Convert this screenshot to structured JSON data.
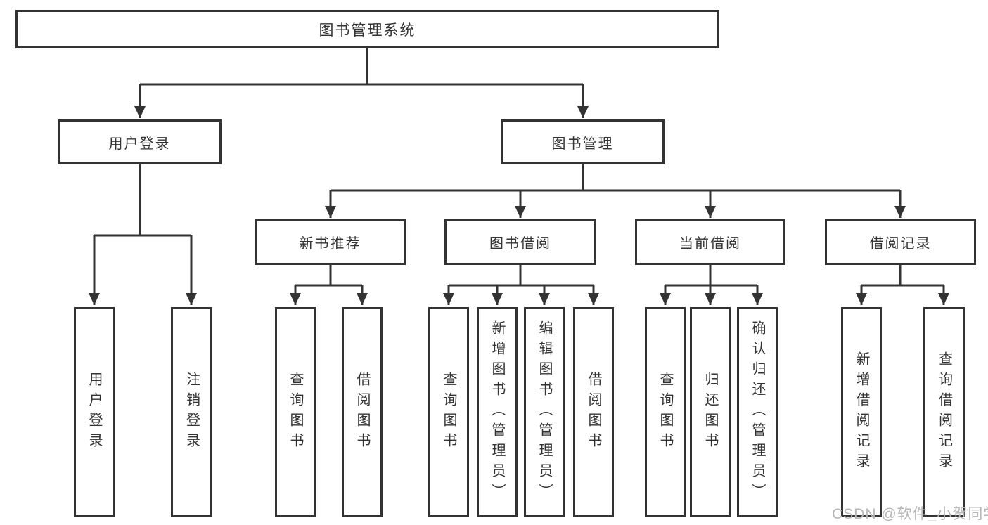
{
  "diagram": {
    "title": "图书管理系统",
    "branches": [
      {
        "label": "用户登录",
        "children": [
          {
            "label": "用户登录"
          },
          {
            "label": "注销登录"
          }
        ]
      },
      {
        "label": "图书管理",
        "children": [
          {
            "label": "新书推荐",
            "children": [
              {
                "label": "查询图书"
              },
              {
                "label": "借阅图书"
              }
            ]
          },
          {
            "label": "图书借阅",
            "children": [
              {
                "label": "查询图书"
              },
              {
                "label": "新增图书（管理员）"
              },
              {
                "label": "编辑图书（管理员）"
              },
              {
                "label": "借阅图书"
              }
            ]
          },
          {
            "label": "当前借阅",
            "children": [
              {
                "label": "查询图书"
              },
              {
                "label": "归还图书"
              },
              {
                "label": "确认归还（管理员）"
              }
            ]
          },
          {
            "label": "借阅记录",
            "children": [
              {
                "label": "新增借阅记录"
              },
              {
                "label": "查询借阅记录"
              }
            ]
          }
        ]
      }
    ]
  },
  "watermark": {
    "text": "CSDN @软件_小贺同学"
  },
  "colors": {
    "stroke": "#333333",
    "text": "#333333",
    "watermark": "#b7b7b7",
    "background": "#ffffff"
  }
}
